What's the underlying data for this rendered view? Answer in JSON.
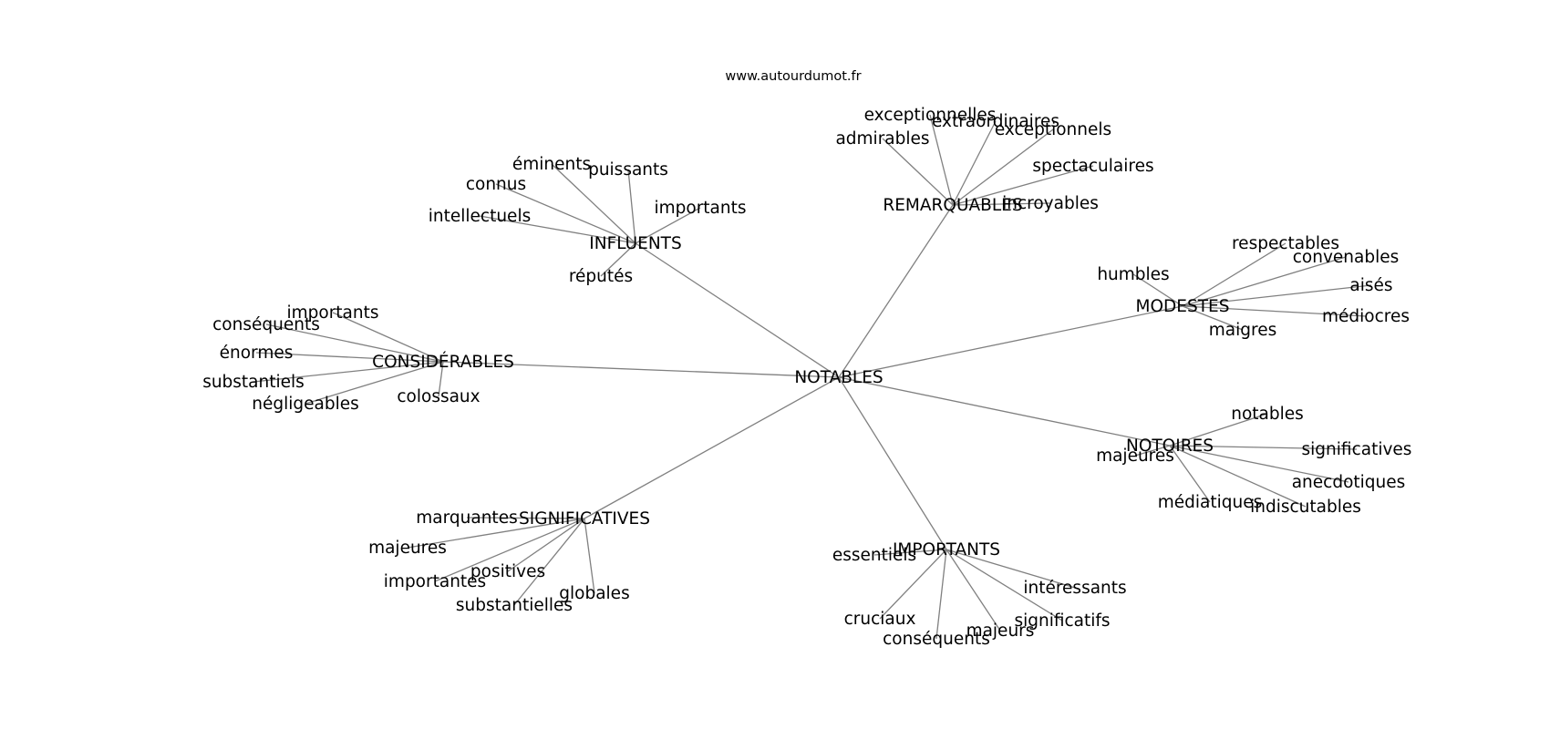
{
  "source": "www.autourdumot.fr",
  "graph": {
    "root": "NOTABLES",
    "groups": [
      {
        "hub": "INFLUENTS",
        "leaves": [
          "éminents",
          "puissants",
          "connus",
          "importants",
          "intellectuels",
          "réputés"
        ]
      },
      {
        "hub": "REMARQUABLES",
        "leaves": [
          "exceptionnelles",
          "extraordinaires",
          "exceptionnels",
          "admirables",
          "spectaculaires",
          "incroyables"
        ]
      },
      {
        "hub": "MODESTES",
        "leaves": [
          "respectables",
          "convenables",
          "humbles",
          "aisés",
          "médiocres",
          "maigres"
        ]
      },
      {
        "hub": "CONSIDÉRABLES",
        "leaves": [
          "importants",
          "conséquents",
          "énormes",
          "substantiels",
          "négligeables",
          "colossaux"
        ]
      },
      {
        "hub": "NOTOIRES",
        "leaves": [
          "notables",
          "significatives",
          "majeures",
          "anecdotiques",
          "médiatiques",
          "indiscutables"
        ]
      },
      {
        "hub": "SIGNIFICATIVES",
        "leaves": [
          "marquantes",
          "majeures",
          "positives",
          "importantes",
          "globales",
          "substantielles"
        ]
      },
      {
        "hub": "IMPORTANTS",
        "leaves": [
          "essentiels",
          "intéressants",
          "significatifs",
          "cruciaux",
          "majeurs",
          "conséquents"
        ]
      }
    ]
  }
}
